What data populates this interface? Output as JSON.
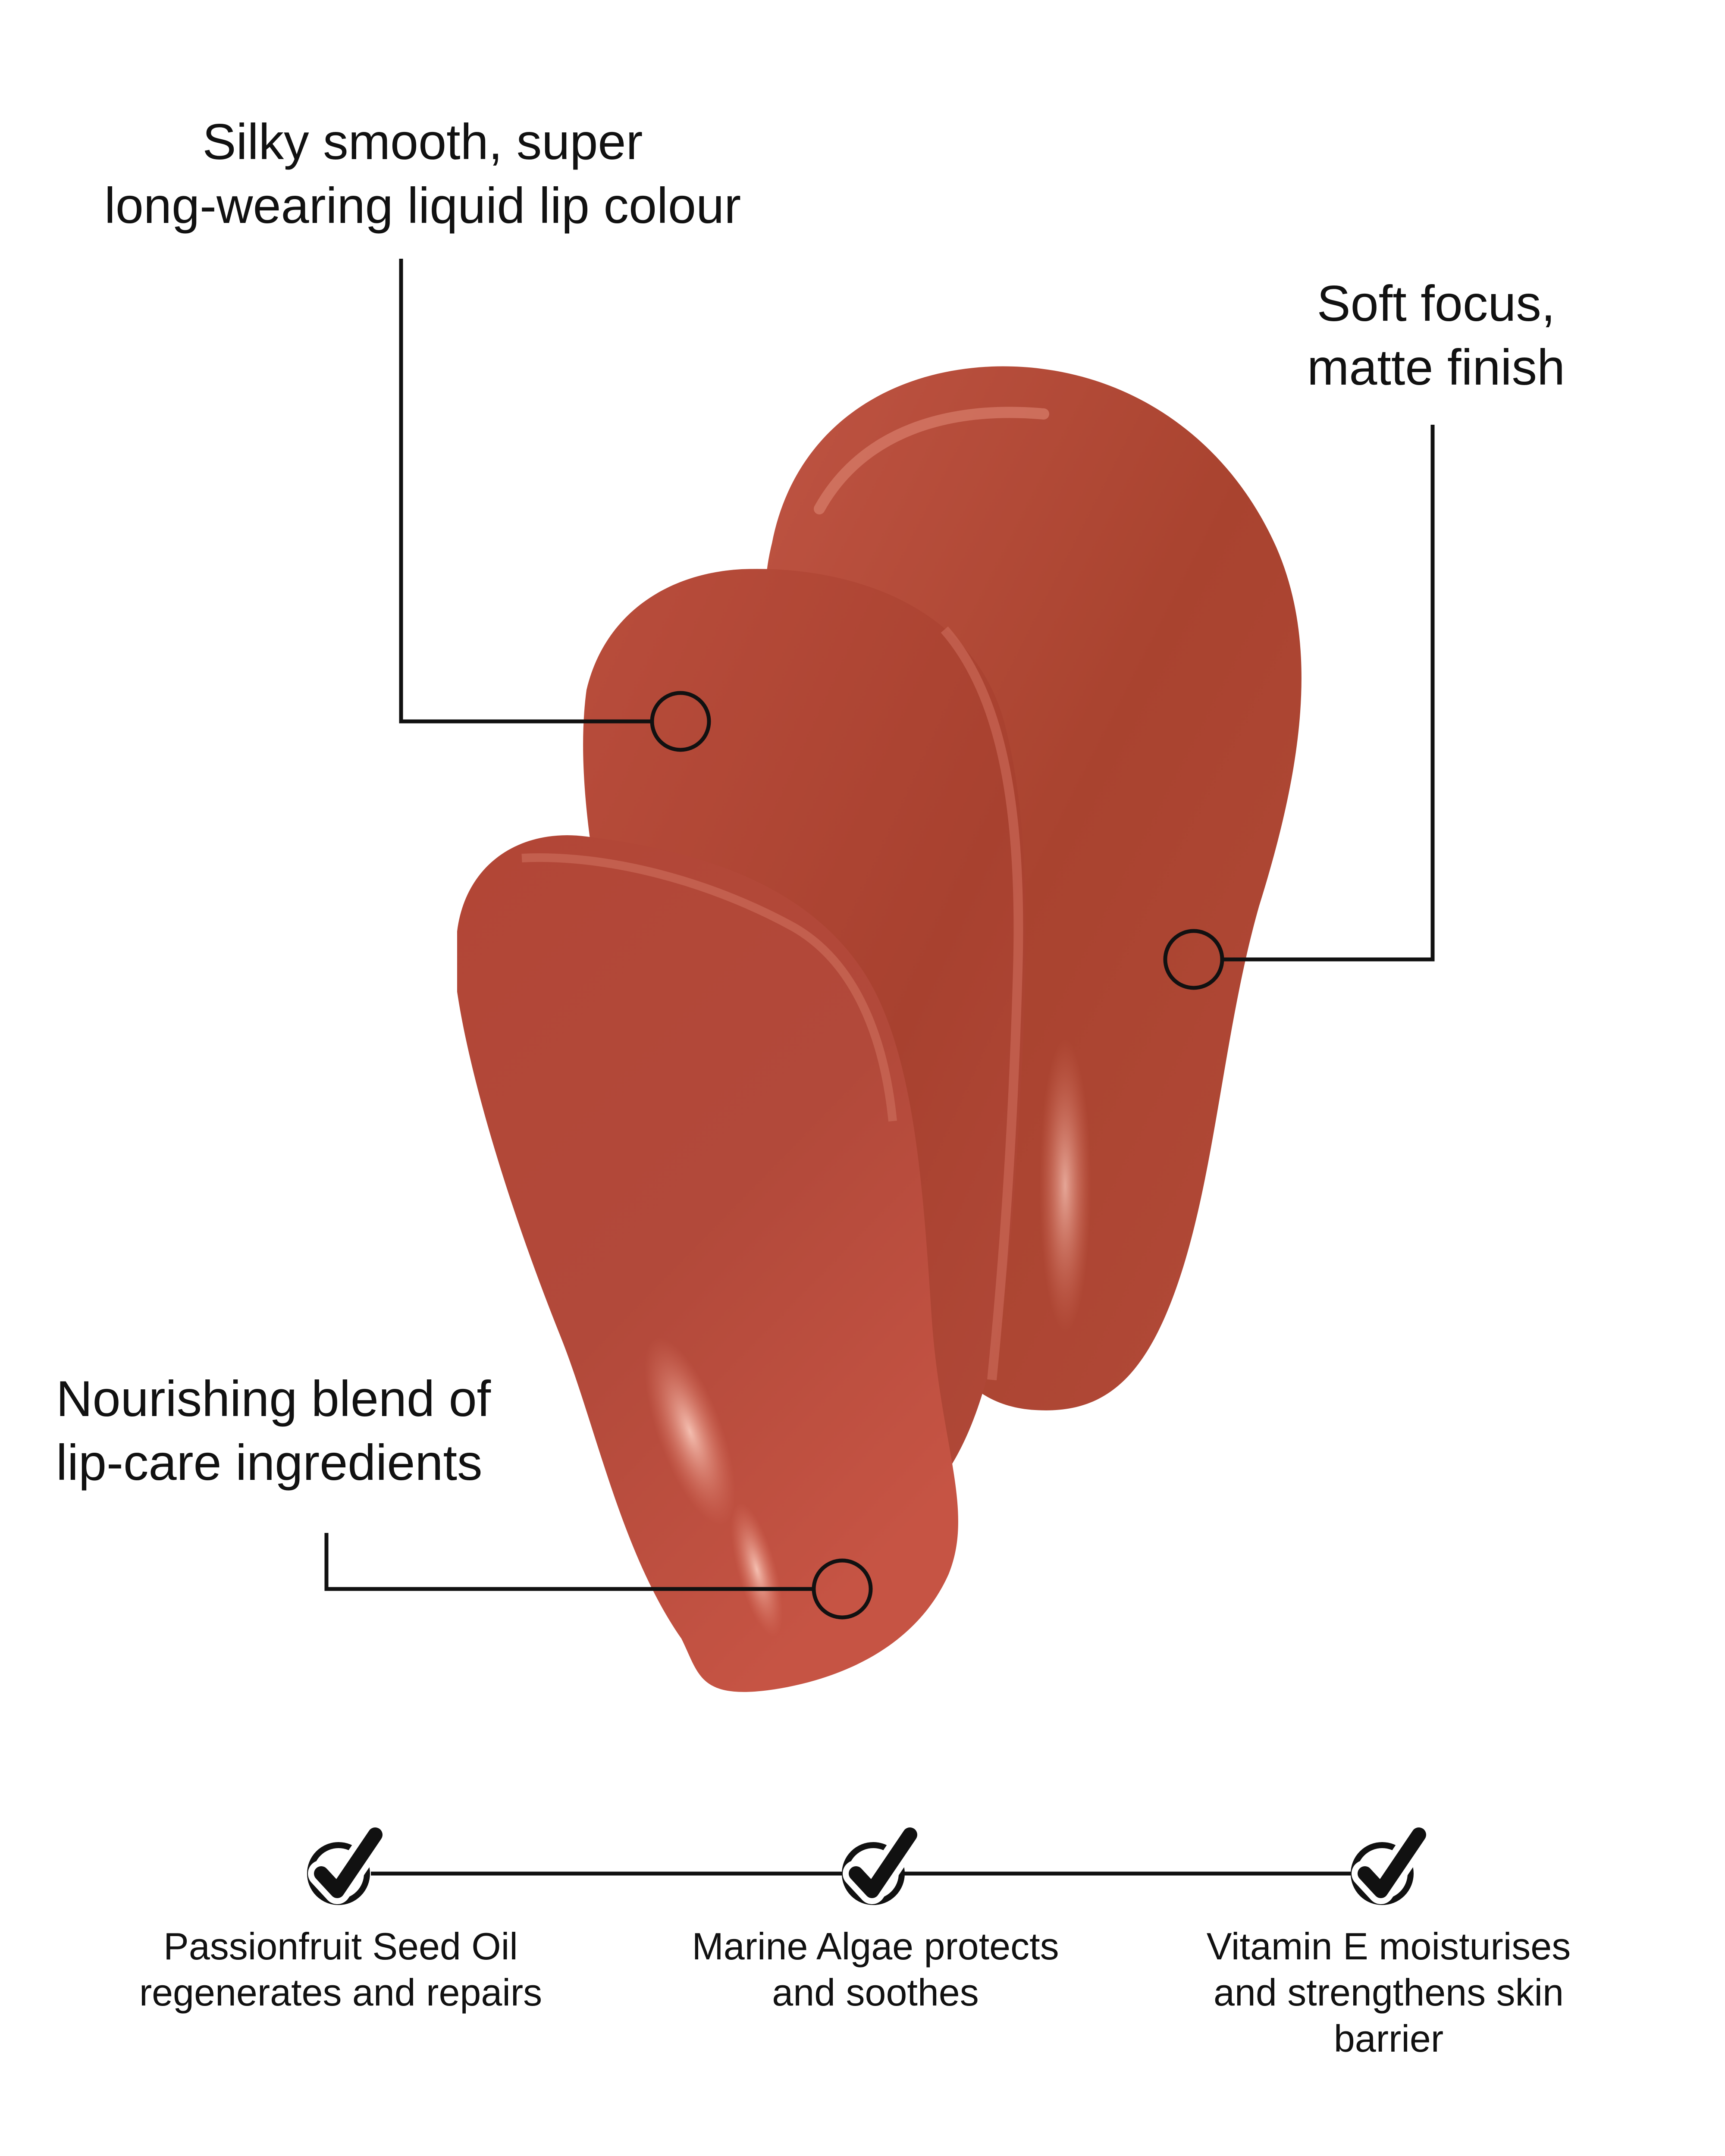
{
  "callouts": {
    "silky": {
      "line1": "Silky smooth, super",
      "line2": "long-wearing liquid lip colour"
    },
    "soft_focus": {
      "line1": "Soft focus,",
      "line2": "matte finish"
    },
    "nourishing": {
      "line1": "Nourishing blend of",
      "line2": "lip-care ingredients"
    }
  },
  "benefits": [
    {
      "line1": "Passionfruit Seed Oil",
      "line2": "regenerates and repairs",
      "icon": "check-circle-icon"
    },
    {
      "line1": "Marine Algae protects",
      "line2": "and soothes",
      "icon": "check-circle-icon"
    },
    {
      "line1": "Vitamin E moisturises",
      "line2": "and strengthens skin",
      "line3": "barrier",
      "icon": "check-circle-icon"
    }
  ],
  "colors": {
    "swatch_base": "#b04a3a",
    "swatch_dark": "#9f3f31",
    "swatch_highlight": "#f2b3a3",
    "ink": "#111111",
    "background": "#ffffff"
  }
}
